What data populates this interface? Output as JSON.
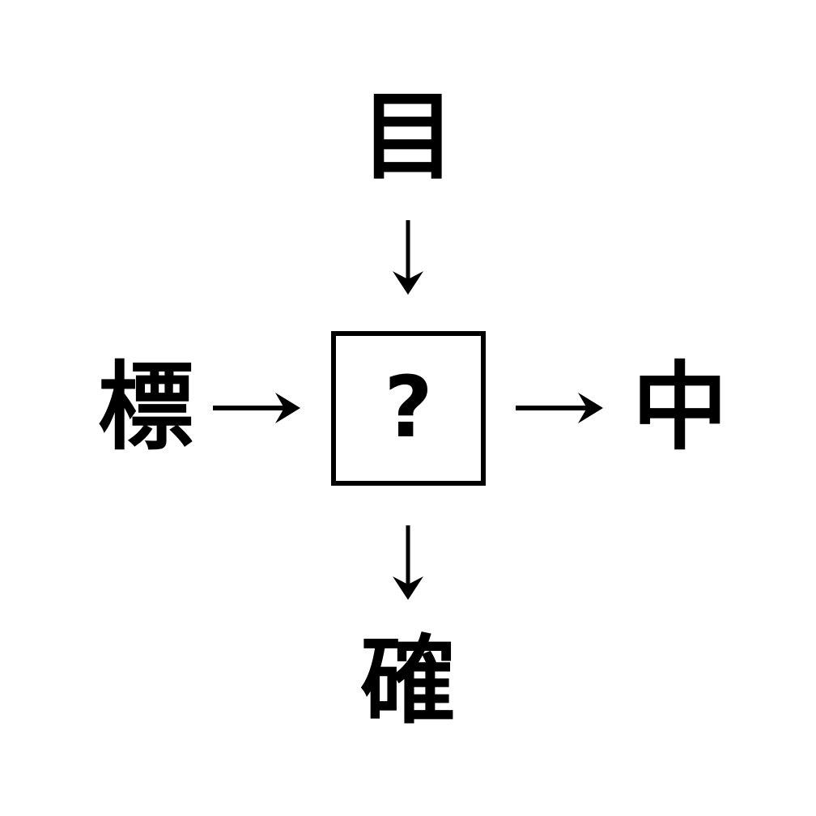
{
  "diagram": {
    "title": "Kanji association puzzle",
    "background_color": "#ffffff",
    "stroke_color": "#000000",
    "center": {
      "box_label": "?",
      "box_name": "unknown-kanji-box"
    },
    "nodes": {
      "top": {
        "label": "目",
        "position": "top"
      },
      "left": {
        "label": "標",
        "position": "left"
      },
      "right": {
        "label": "中",
        "position": "right"
      },
      "bottom": {
        "label": "確",
        "position": "bottom"
      }
    },
    "arrows": {
      "top": {
        "glyph": "↓",
        "direction": "down",
        "from": "top",
        "to": "center"
      },
      "bottom": {
        "glyph": "↓",
        "direction": "down",
        "from": "center",
        "to": "bottom"
      },
      "left": {
        "glyph": "→",
        "direction": "right",
        "from": "left",
        "to": "center"
      },
      "right": {
        "glyph": "→",
        "direction": "right",
        "from": "center",
        "to": "right"
      }
    }
  }
}
